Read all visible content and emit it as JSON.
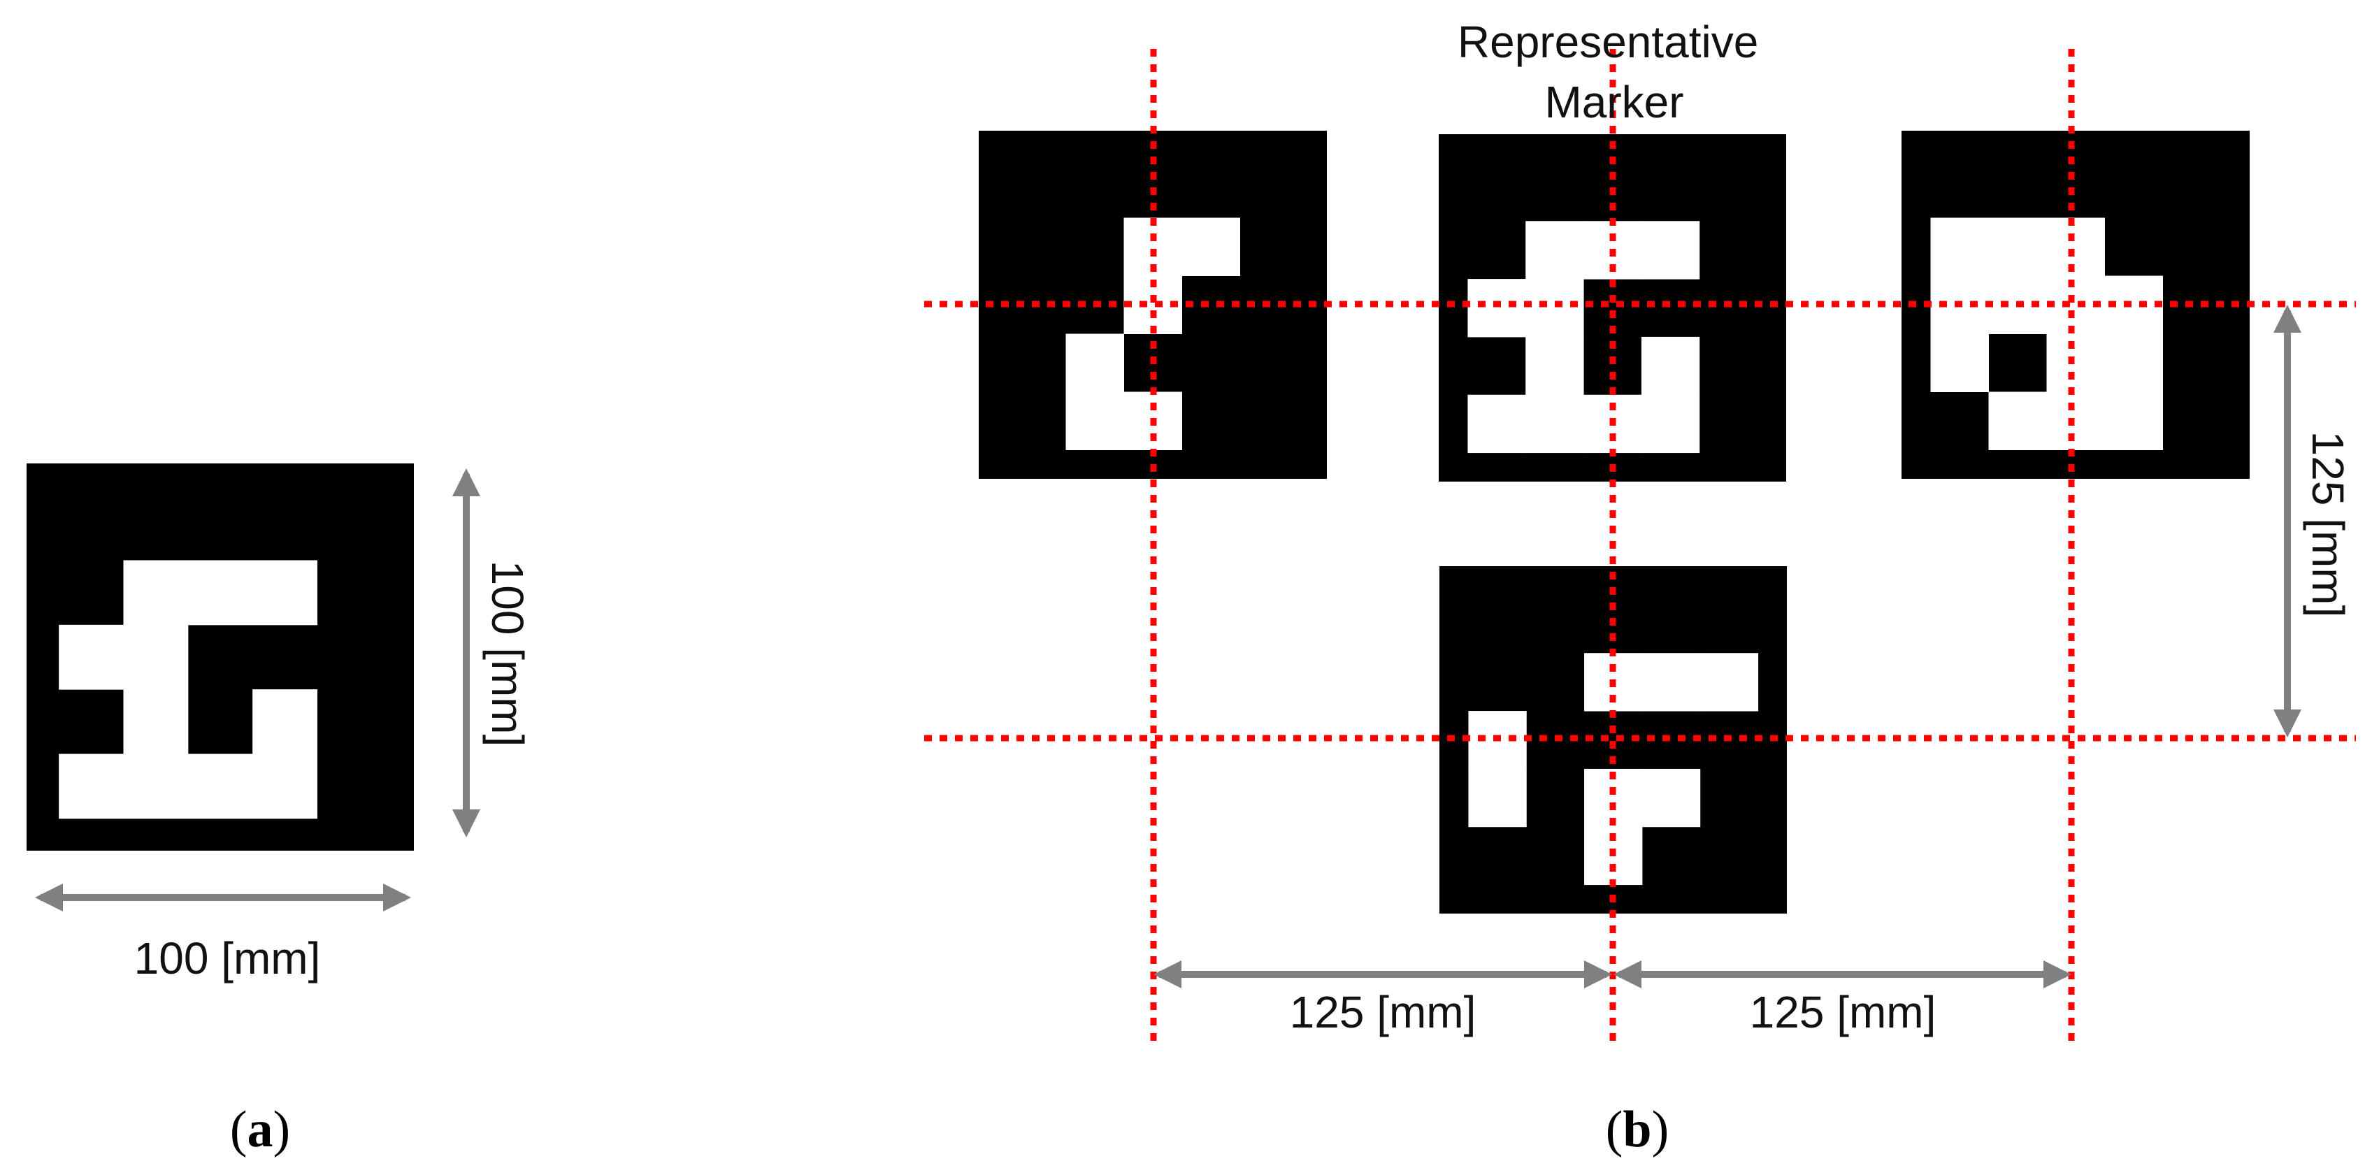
{
  "colors": {
    "marker": "#000000",
    "marker_cell": "#ffffff",
    "guide_line": "#ff0000",
    "dimension_arrow": "#808080"
  },
  "panel_a": {
    "width_label": "100 [mm]",
    "height_label": "100 [mm]",
    "caption_open": "(",
    "caption_letter": "a",
    "caption_close": ")",
    "marker_pattern": [
      "00000",
      "02220",
      "22000",
      "02020",
      "22220"
    ]
  },
  "panel_b": {
    "representative_line1": "Representative",
    "representative_line2": "Marker",
    "spacing_label_left": "125 [mm]",
    "spacing_label_right": "125 [mm]",
    "spacing_label_vertical": "125 [mm]",
    "caption_open": "(",
    "caption_letter": "b",
    "caption_close": ")",
    "markers": [
      {
        "name": "top-left",
        "pattern": [
          "00000",
          "00220",
          "00200",
          "02000",
          "02200"
        ]
      },
      {
        "name": "top-center",
        "pattern": [
          "00000",
          "02220",
          "22000",
          "02020",
          "22220"
        ]
      },
      {
        "name": "top-right",
        "pattern": [
          "00000",
          "22200",
          "22220",
          "20220",
          "02220"
        ]
      },
      {
        "name": "bottom-center",
        "pattern": [
          "00000",
          "00222",
          "20000",
          "20220",
          "00200"
        ]
      }
    ]
  }
}
